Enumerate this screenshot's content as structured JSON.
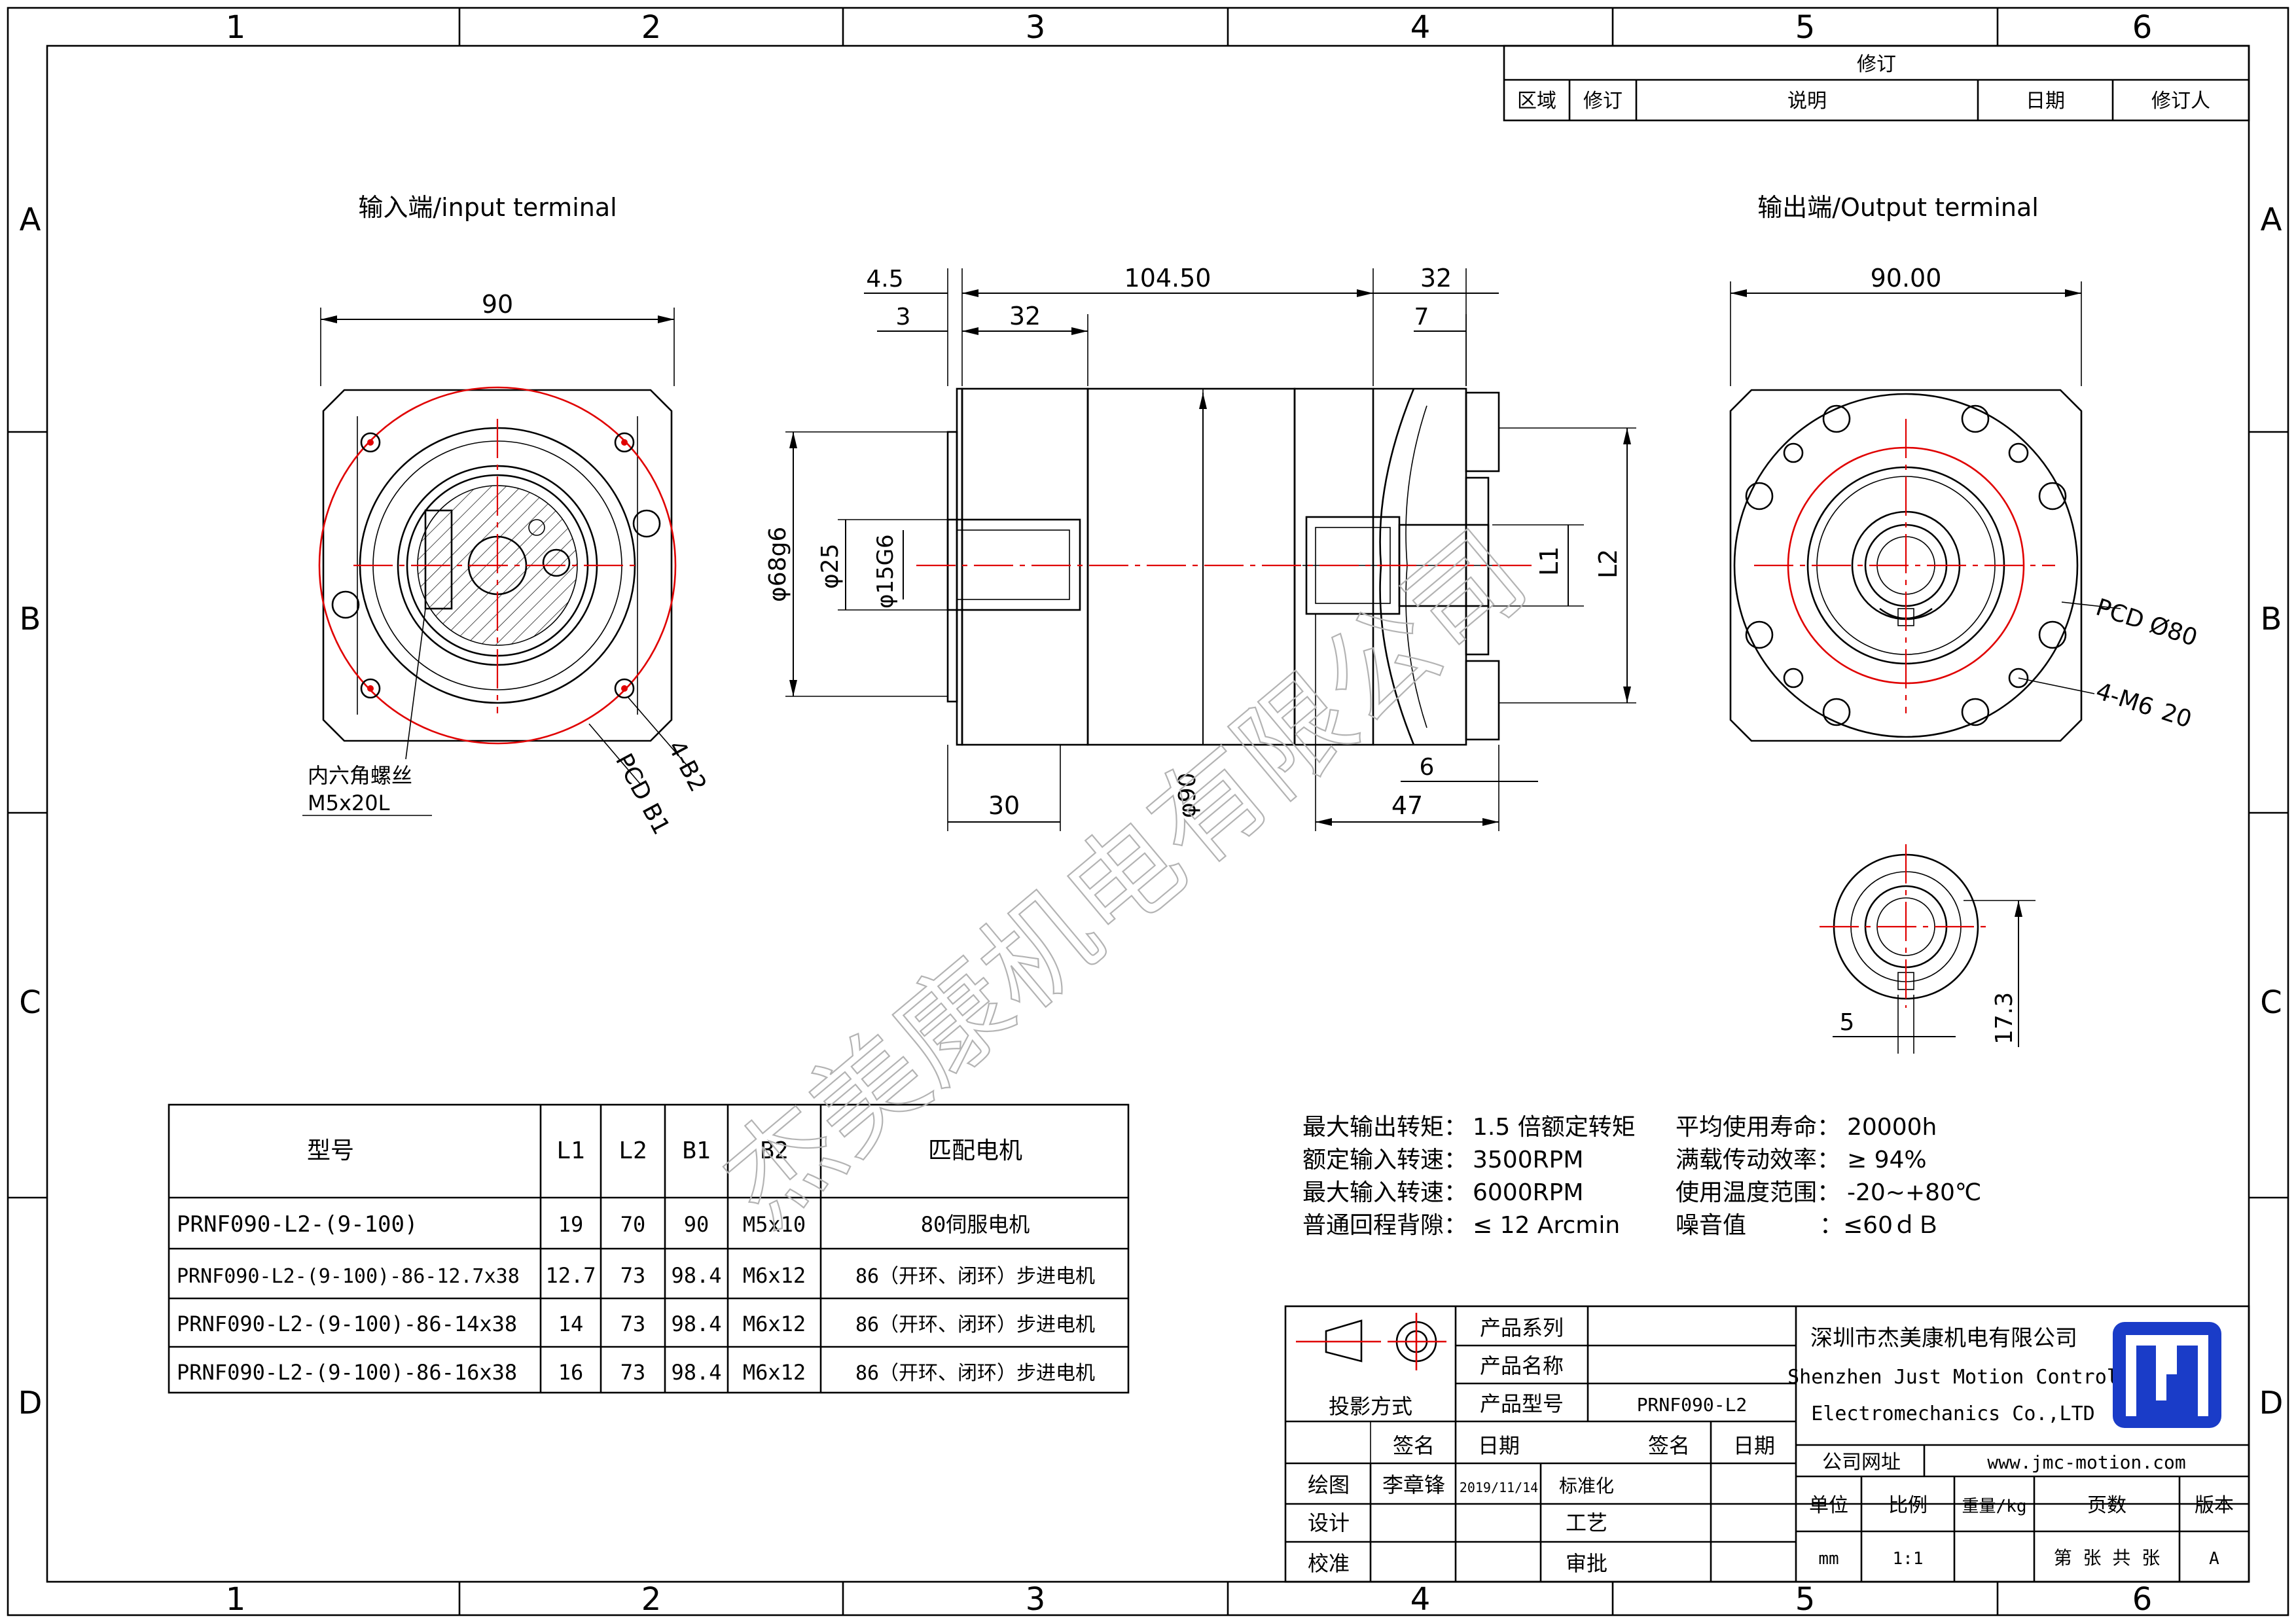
{
  "grid": {
    "columns": [
      "1",
      "2",
      "3",
      "4",
      "5",
      "6"
    ],
    "rows": [
      "A",
      "B",
      "C",
      "D"
    ]
  },
  "revision": {
    "title": "修订",
    "headers": [
      "区域",
      "修订",
      "说明",
      "日期",
      "修订人"
    ]
  },
  "views": {
    "input_title": "输入端/input terminal",
    "output_title": "输出端/Output terminal",
    "bolt_note_1": "内六角螺丝",
    "bolt_note_2": "M5x20L",
    "pcd_b1": "PCD B1",
    "b2": "4-B2",
    "pcd80": "PCD Ø80",
    "m6": "4-M6",
    "m6_depth": "20"
  },
  "dims": {
    "input_width": "90",
    "output_width": "90.00",
    "d45": "4.5",
    "d3": "3",
    "d10450": "104.50",
    "d32a": "32",
    "d32b": "32",
    "d7": "7",
    "d6": "6",
    "d47": "47",
    "d30": "30",
    "phi90": "φ90",
    "phi68": "φ68g6",
    "phi25": "φ25",
    "phi15": "φ15G6",
    "l1": "L1",
    "l2": "L2",
    "d5": "5",
    "d173": "17.3"
  },
  "spec_table": {
    "headers": [
      "型号",
      "L1",
      "L2",
      "B1",
      "B2",
      "匹配电机"
    ],
    "rows": [
      [
        "PRNF090-L2-(9-100)",
        "19",
        "70",
        "90",
        "M5x10",
        "80伺服电机"
      ],
      [
        "PRNF090-L2-(9-100)-86-12.7x38",
        "12.7",
        "73",
        "98.4",
        "M6x12",
        "86（开环、闭环）步进电机"
      ],
      [
        "PRNF090-L2-(9-100)-86-14x38",
        "14",
        "73",
        "98.4",
        "M6x12",
        "86（开环、闭环）步进电机"
      ],
      [
        "PRNF090-L2-(9-100)-86-16x38",
        "16",
        "73",
        "98.4",
        "M6x12",
        "86（开环、闭环）步进电机"
      ]
    ]
  },
  "specs": [
    {
      "label": "最大输出转矩：",
      "value": "1.5 倍额定转矩"
    },
    {
      "label": "额定输入转速：",
      "value": "3500RPM"
    },
    {
      "label": "最大输入转速：",
      "value": "6000RPM"
    },
    {
      "label": "普通回程背隙：",
      "value": "≤ 12 Arcmin"
    },
    {
      "label": "平均使用寿命：",
      "value": "20000h"
    },
    {
      "label": "满载传动效率：",
      "value": "≥   94%"
    },
    {
      "label": "使用温度范围：",
      "value": "-20~+80℃"
    },
    {
      "label": "噪音值",
      "value": "：≤60ｄＢ"
    }
  ],
  "title_block": {
    "product_series": "产品系列",
    "product_name": "产品名称",
    "product_model": "产品型号",
    "model_value": "PRNF090-L2",
    "projection": "投影方式",
    "sign": "签名",
    "date": "日期",
    "sign2": "签名",
    "date2": "日期",
    "drawn": "绘图",
    "drawn_name": "李章锋",
    "drawn_date": "2019/11/14",
    "standard": "标准化",
    "design": "设计",
    "process": "工艺",
    "check": "校准",
    "approve": "审批",
    "company_cn": "深圳市杰美康机电有限公司",
    "company_en1": "Shenzhen Just Motion Control",
    "company_en2": "Electromechanics Co.,LTD",
    "website_label": "公司网址",
    "website": "www.jmc-motion.com",
    "unit": "单位",
    "scale": "比例",
    "weight": "重量/kg",
    "pages": "页数",
    "version": "版本",
    "unit_val": "mm",
    "scale_val": "1:1",
    "pages_val": "第 张 共 张",
    "version_val": "A"
  },
  "watermark": "杰美康机电有限公司",
  "colors": {
    "line": "#000000",
    "center": "#e00000",
    "logo": "#1a3cc8",
    "watermark": "#b3b3b3"
  }
}
